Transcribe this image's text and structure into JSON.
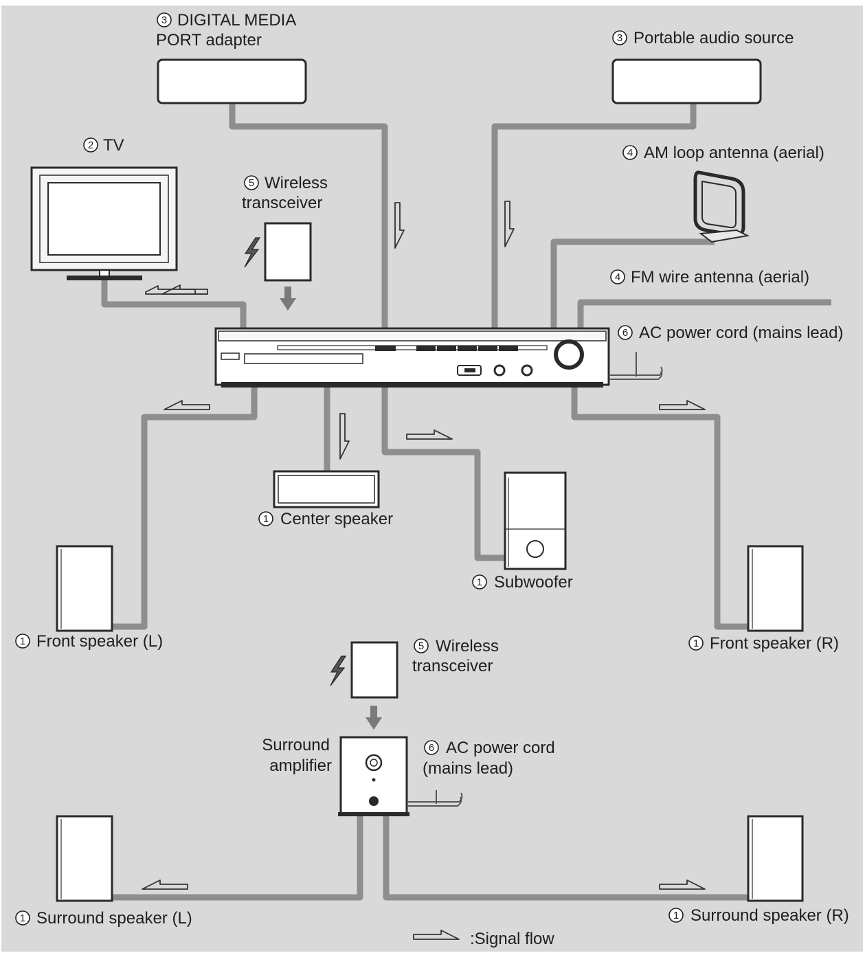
{
  "colors": {
    "background": "#d9d9d9",
    "cable": "#8e8e8e",
    "outline": "#2a2a2a",
    "device_fill": "#ffffff"
  },
  "labels": {
    "dmport": {
      "num": "3",
      "lines": [
        "DIGITAL MEDIA",
        "PORT adapter"
      ]
    },
    "portable": {
      "num": "3",
      "lines": [
        "Portable audio source"
      ]
    },
    "tv": {
      "num": "2",
      "lines": [
        "TV"
      ]
    },
    "wireless_top": {
      "num": "5",
      "lines": [
        "Wireless",
        "transceiver"
      ]
    },
    "am_antenna": {
      "num": "4",
      "lines": [
        "AM loop antenna (aerial)"
      ]
    },
    "fm_antenna": {
      "num": "4",
      "lines": [
        "FM wire antenna (aerial)"
      ]
    },
    "ac_main": {
      "num": "6",
      "lines": [
        "AC power cord (mains lead)"
      ]
    },
    "center": {
      "num": "1",
      "lines": [
        "Center speaker"
      ]
    },
    "subwoofer": {
      "num": "1",
      "lines": [
        "Subwoofer"
      ]
    },
    "front_l": {
      "num": "1",
      "lines": [
        "Front speaker (L)"
      ]
    },
    "front_r": {
      "num": "1",
      "lines": [
        "Front speaker (R)"
      ]
    },
    "wireless_bottom": {
      "num": "5",
      "lines": [
        "Wireless",
        "transceiver"
      ]
    },
    "surround_amp": {
      "lines": [
        "Surround",
        "amplifier"
      ]
    },
    "ac_amp": {
      "num": "6",
      "lines": [
        "AC power cord",
        "(mains lead)"
      ]
    },
    "surround_l": {
      "num": "1",
      "lines": [
        "Surround speaker (L)"
      ]
    },
    "surround_r": {
      "num": "1",
      "lines": [
        "Surround speaker (R)"
      ]
    },
    "legend": {
      "lines": [
        ":Signal flow"
      ]
    }
  },
  "icons": {
    "signal_flow": "hollow-arrow-icon",
    "wireless": "lightning-bolt-icon",
    "direction": "down-arrow-icon"
  }
}
